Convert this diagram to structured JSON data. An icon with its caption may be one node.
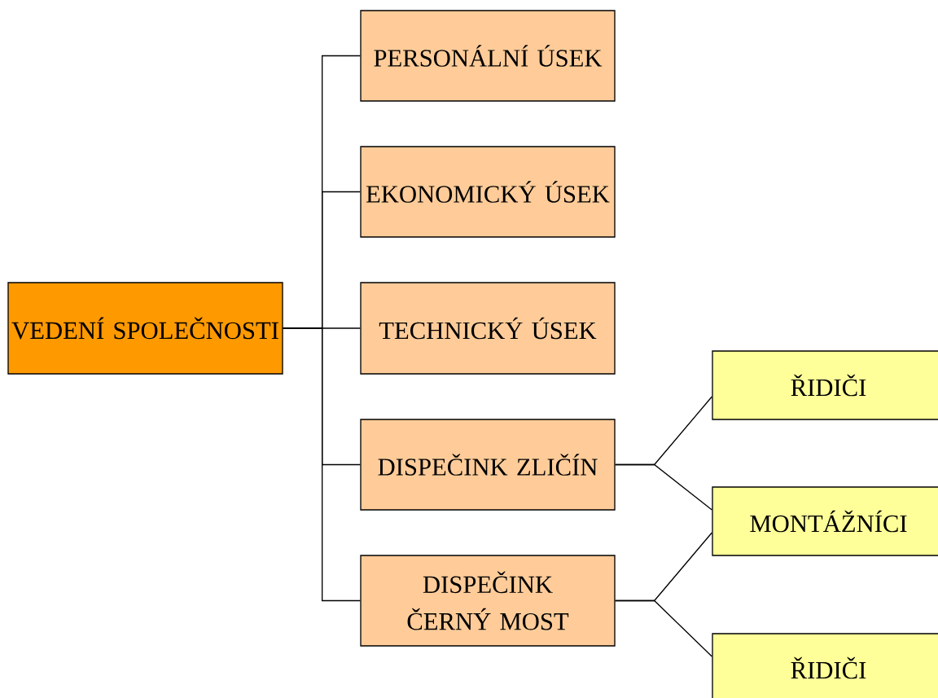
{
  "diagram": {
    "nodes": [
      {
        "text": [
          "VEDENÍ SPOLEČNOSTI"
        ]
      },
      {
        "text": [
          "PERSONÁLNÍ ÚSEK"
        ]
      },
      {
        "text": [
          "EKONOMICKÝ ÚSEK"
        ]
      },
      {
        "text": [
          "TECHNICKÝ ÚSEK"
        ]
      },
      {
        "text": [
          "DISPEČINK ZLIČÍN"
        ]
      },
      {
        "text": [
          "DISPEČINK ČERNÝ MOST"
        ]
      },
      {
        "text": [
          "ŘIDIČI"
        ]
      },
      {
        "text": [
          "MONTÁŽNÍCI"
        ]
      },
      {
        "text": [
          "ŘIDIČI"
        ]
      }
    ],
    "edges": [
      {
        "from": 0,
        "to": 1,
        "arrow": "none"
      },
      {
        "from": 0,
        "to": 2,
        "arrow": "none"
      },
      {
        "from": 0,
        "to": 3,
        "arrow": "none"
      },
      {
        "from": 0,
        "to": 4,
        "arrow": "none"
      },
      {
        "from": 0,
        "to": 5,
        "arrow": "none"
      },
      {
        "from": 4,
        "to": 6,
        "arrow": "none"
      },
      {
        "from": 4,
        "to": 7,
        "arrow": "none"
      },
      {
        "from": 5,
        "to": 7,
        "arrow": "none"
      },
      {
        "from": 5,
        "to": 8,
        "arrow": "none"
      }
    ]
  }
}
